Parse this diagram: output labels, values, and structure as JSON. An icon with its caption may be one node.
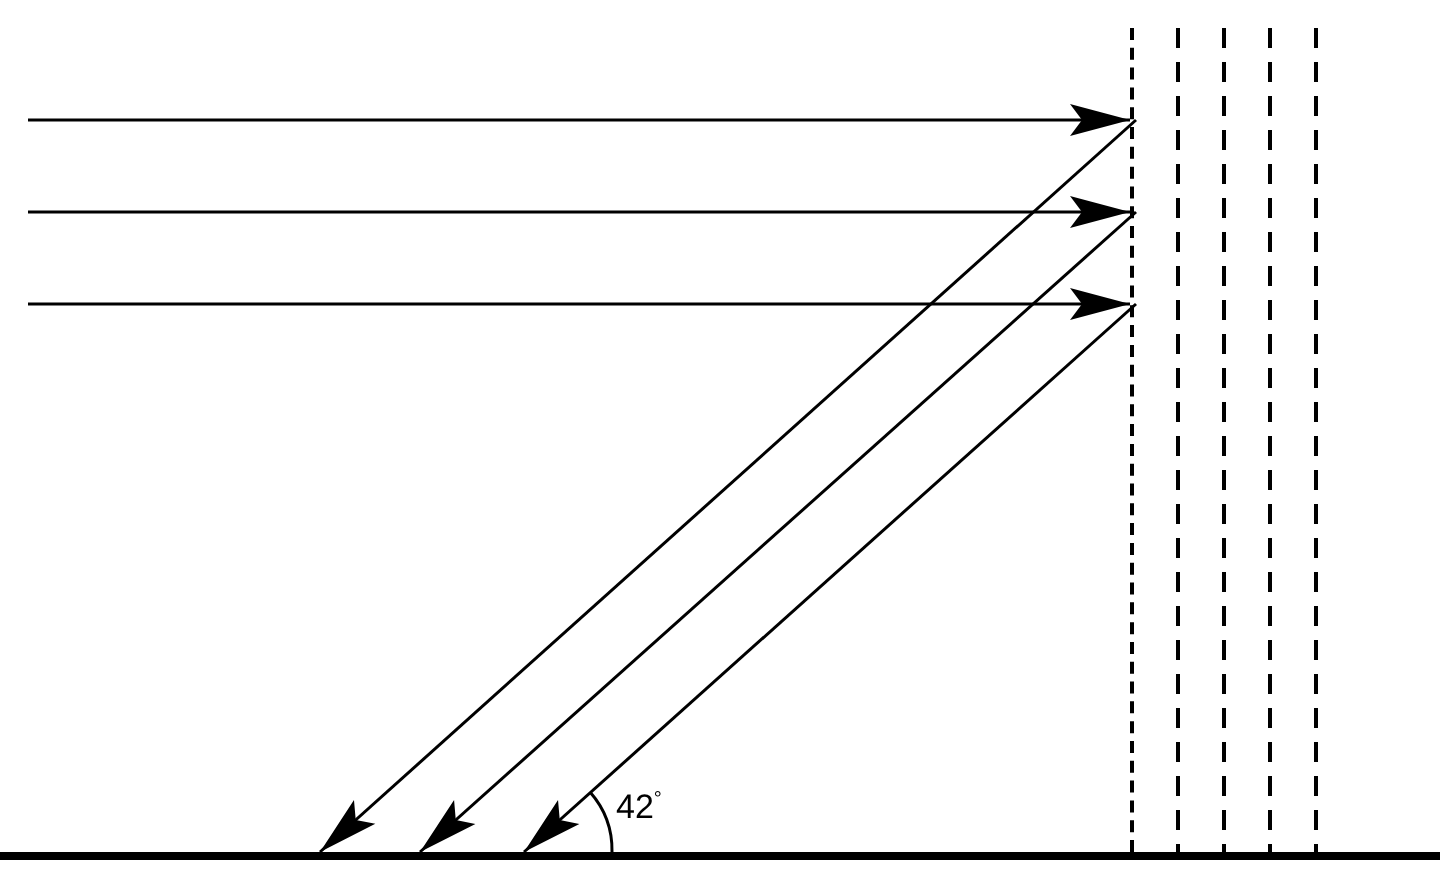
{
  "diagram": {
    "nodes": [
      {
        "text": [],
        "shape": "bar"
      },
      {
        "text": [],
        "shape": "bar"
      }
    ],
    "edges": [
      {
        "from": null,
        "to": 0,
        "arrow": "to"
      },
      {
        "from": null,
        "to": 0,
        "arrow": "to"
      },
      {
        "from": null,
        "to": 0,
        "arrow": "to"
      },
      {
        "from": 0,
        "to": 1,
        "arrow": "to"
      },
      {
        "from": 0,
        "to": 1,
        "arrow": "to"
      },
      {
        "from": 0,
        "to": 1,
        "arrow": "to"
      }
    ],
    "labels": [
      "42$^{°}$"
    ]
  }
}
